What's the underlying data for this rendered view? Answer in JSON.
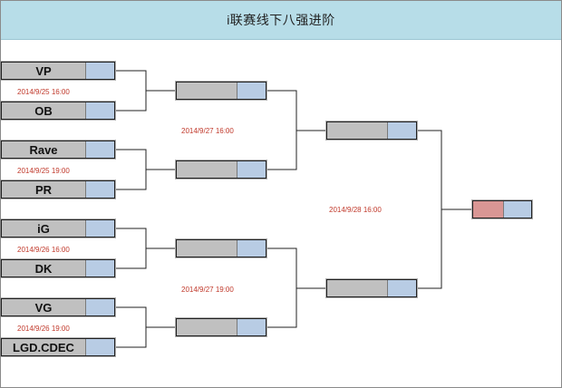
{
  "title": "i联赛线下八强进阶",
  "round1": {
    "teams": [
      "VP",
      "OB",
      "Rave",
      "PR",
      "iG",
      "DK",
      "VG",
      "LGD.CDEC"
    ],
    "dates": [
      "2014/9/25 16:00",
      "2014/9/25 19:00",
      "2014/9/26 16:00",
      "2014/9/26 19:00"
    ]
  },
  "round2": {
    "dates": [
      "2014/9/27 16:00",
      "2014/9/27 19:00"
    ]
  },
  "round3": {
    "date": "2014/9/28 16:00"
  },
  "colors": {
    "header_bg": "#b7dde8",
    "team_cell": "#c0c0c0",
    "score_cell": "#b8cce4",
    "champion_cell": "#d99694",
    "date_text": "#c0392b"
  }
}
